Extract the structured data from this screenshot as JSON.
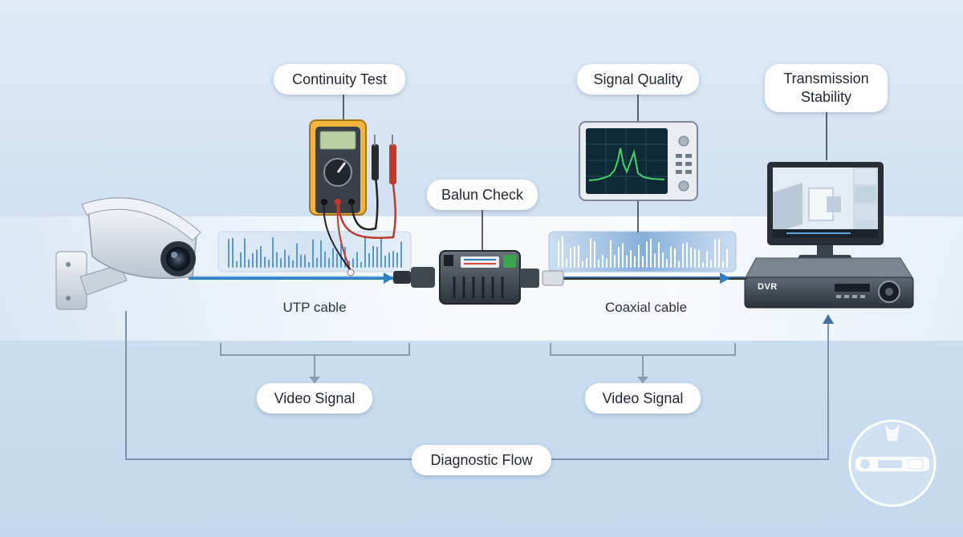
{
  "callouts": {
    "continuity_test": "Continuity Test",
    "signal_quality": "Signal Quality",
    "transmission_stability": "Transmission Stability",
    "balun_check": "Balun Check",
    "video_signal_left": "Video Signal",
    "video_signal_right": "Video Signal",
    "diagnostic_flow": "Diagnostic Flow"
  },
  "cables": {
    "utp": "UTP cable",
    "coaxial": "Coaxial cable"
  },
  "dvr": {
    "label": "DVR"
  },
  "colors": {
    "accent_blue": "#2f7fc4",
    "flow_line": "#7d93aa",
    "waveform_green": "#43d46a",
    "probe_red": "#c0392b",
    "meter_yellow": "#f0b53a"
  },
  "icons": [
    "camera-icon",
    "multimeter-icon",
    "balun-icon",
    "oscilloscope-icon",
    "dvr-icon",
    "monitor-icon",
    "watermark-logo-icon"
  ]
}
